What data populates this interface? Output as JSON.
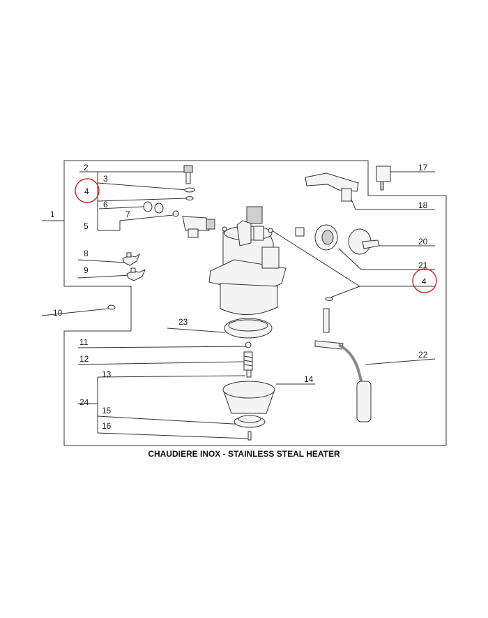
{
  "caption": "CHAUDIERE INOX - STAINLESS STEAL HEATER",
  "labels": {
    "n1": "1",
    "n2": "2",
    "n3": "3",
    "n4a": "4",
    "n4b": "4",
    "n5": "5",
    "n6": "6",
    "n7": "7",
    "n8": "8",
    "n9": "9",
    "n10": "10",
    "n11": "11",
    "n12": "12",
    "n13": "13",
    "n14": "14",
    "n15": "15",
    "n16": "16",
    "n17": "17",
    "n18": "18",
    "n20": "20",
    "n21": "21",
    "n22": "22",
    "n23": "23",
    "n24": "24"
  },
  "highlight_color": "#c8201f"
}
